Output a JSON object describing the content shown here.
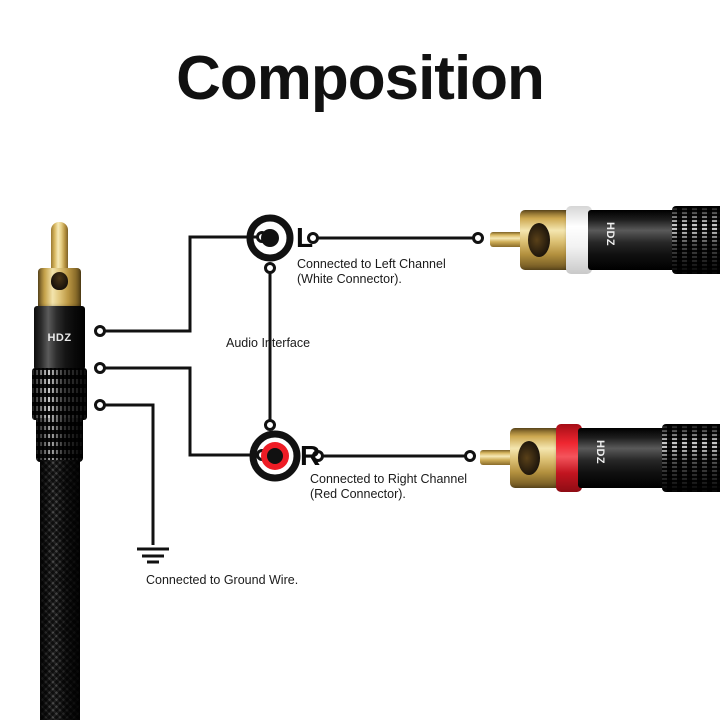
{
  "page": {
    "title": "Composition",
    "background_color": "#ffffff"
  },
  "diagram": {
    "center_label": "Audio Interface",
    "channels": [
      {
        "key": "left",
        "letter": "L",
        "icon": "rca-jack-white-icon",
        "caption_line1": "Connected to Left Channel",
        "caption_line2": "(White Connector).",
        "ring_color": "#ffffff",
        "icon_outer_color": "#111111",
        "icon_mid_color": "#ffffff",
        "icon_center_color": "#111111"
      },
      {
        "key": "right",
        "letter": "R",
        "icon": "rca-jack-red-icon",
        "caption_line1": "Connected to Right Channel",
        "caption_line2": "(Red Connector).",
        "ring_color": "#e8212b",
        "icon_outer_color": "#111111",
        "icon_mid_color": "#ee1c25",
        "icon_center_color": "#111111"
      }
    ],
    "ground": {
      "icon": "ground-symbol-icon",
      "caption": "Connected to Ground Wire."
    },
    "line_color": "#111111"
  },
  "connectors": {
    "source": {
      "name": "rca-plug-vertical",
      "brand": "HDZ",
      "tip_color": "#d8b861",
      "body_color": "#141414"
    },
    "left_channel_plug": {
      "name": "rca-plug-white",
      "brand": "HDZ",
      "band_color": "#ffffff"
    },
    "right_channel_plug": {
      "name": "rca-plug-red",
      "brand": "HDZ",
      "band_color": "#e8212b"
    }
  }
}
